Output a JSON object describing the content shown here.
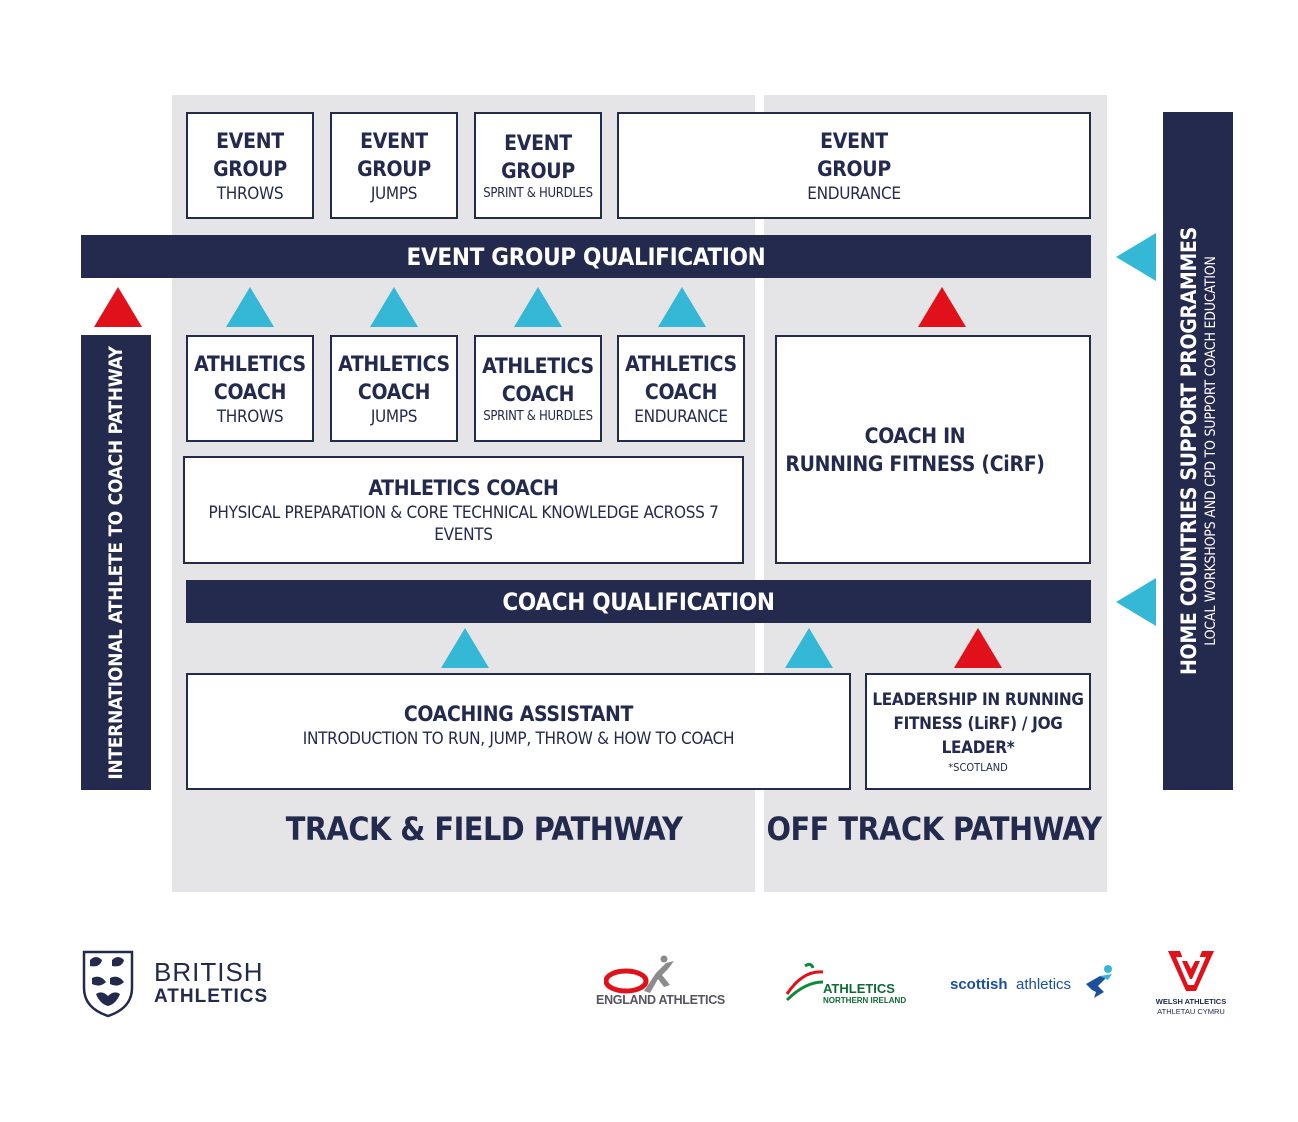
{
  "boxes": {
    "eg_throws": {
      "line1": "EVENT",
      "line2": "GROUP",
      "sub": "THROWS"
    },
    "eg_jumps": {
      "line1": "EVENT",
      "line2": "GROUP",
      "sub": "JUMPS"
    },
    "eg_sprint": {
      "line1": "EVENT",
      "line2": "GROUP",
      "sub": "SPRINT & HURDLES"
    },
    "eg_endurance": {
      "line1": "EVENT",
      "line2": "GROUP",
      "sub": "ENDURANCE"
    },
    "ac_throws": {
      "line1": "ATHLETICS",
      "line2": "COACH",
      "sub": "THROWS"
    },
    "ac_jumps": {
      "line1": "ATHLETICS",
      "line2": "COACH",
      "sub": "JUMPS"
    },
    "ac_sprint": {
      "line1": "ATHLETICS",
      "line2": "COACH",
      "sub": "SPRINT & HURDLES"
    },
    "ac_endurance": {
      "line1": "ATHLETICS",
      "line2": "COACH",
      "sub": "ENDURANCE"
    },
    "ac_general": {
      "title": "ATHLETICS COACH",
      "sub": "PHYSICAL PREPARATION & CORE TECHNICAL KNOWLEDGE ACROSS 7 EVENTS"
    },
    "cirf": {
      "line1": "COACH IN",
      "line2": "RUNNING FITNESS (CiRF)"
    },
    "coaching_assistant": {
      "title": "COACHING ASSISTANT",
      "sub": "INTRODUCTION TO RUN, JUMP, THROW & HOW TO COACH"
    },
    "lirf": {
      "line1": "LEADERSHIP IN RUNNING",
      "line2": "FITNESS (LiRF) / JOG",
      "line3": "LEADER*",
      "note": "*SCOTLAND"
    }
  },
  "bars": {
    "event_group_qualification": "EVENT GROUP QUALIFICATION",
    "coach_qualification": "COACH QUALIFICATION"
  },
  "side": {
    "left": "INTERNATIONAL ATHLETE TO COACH PATHWAY",
    "right_title": "HOME COUNTRIES SUPPORT PROGRAMMES",
    "right_sub": "LOCAL WORKSHOPS AND CPD TO SUPPORT COACH EDUCATION"
  },
  "pathways": {
    "track_field": "TRACK & FIELD PATHWAY",
    "off_track": "OFF TRACK PATHWAY"
  },
  "logos": {
    "british_line1": "BRITISH",
    "british_line2": "ATHLETICS",
    "england": "ENGLAND ATHLETICS",
    "ni_line1": "ATHLETICS",
    "ni_line2": "NORTHERN IRELAND",
    "scottish_a": "scottish",
    "scottish_b": "athletics",
    "welsh_line1": "WELSH ATHLETICS",
    "welsh_line2": "ATHLETAU CYMRU"
  },
  "colors": {
    "navy": "#232a4d",
    "blue_arrow": "#35b8d6",
    "red_arrow": "#e0111b",
    "panel": "#e5e5e7"
  }
}
